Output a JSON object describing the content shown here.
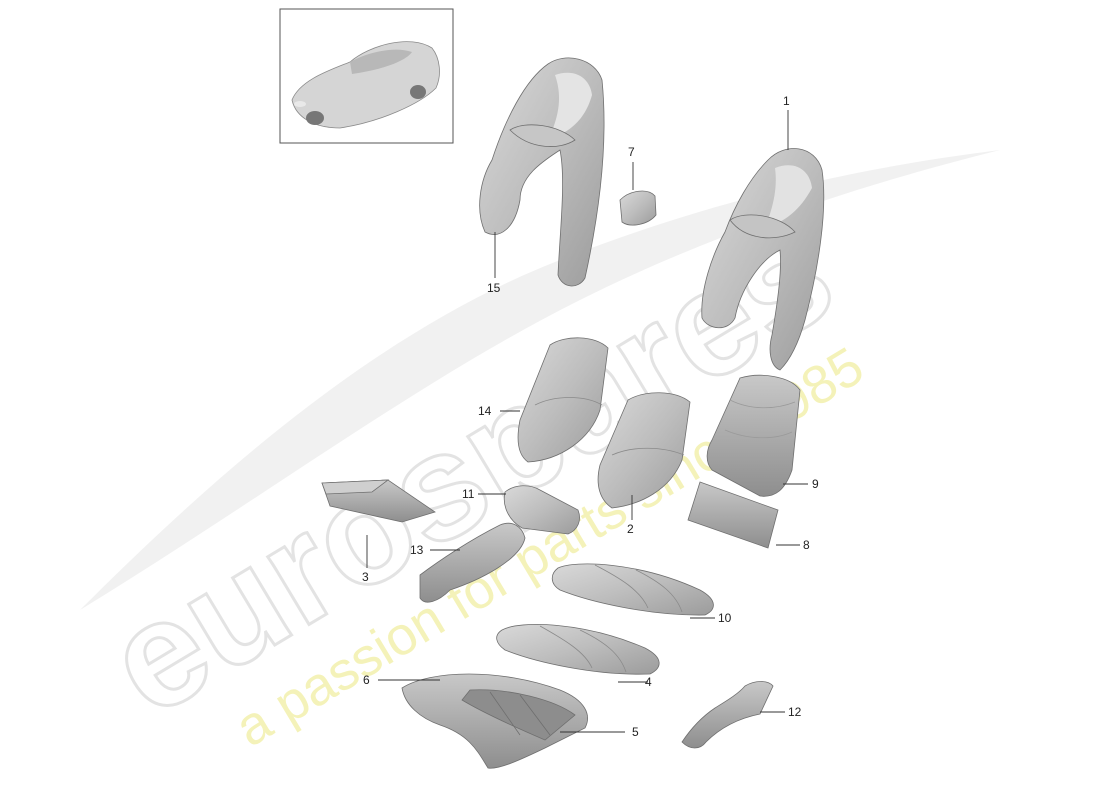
{
  "watermark": {
    "brand": "eurospares",
    "tagline": "a passion for parts since 1985",
    "brand_color": "#e6e6e6",
    "tagline_color": "#f0ee9e"
  },
  "thumbnail": {
    "icon": "car-icon"
  },
  "callouts": [
    {
      "id": "1",
      "label": "1"
    },
    {
      "id": "2",
      "label": "2"
    },
    {
      "id": "3",
      "label": "3"
    },
    {
      "id": "4",
      "label": "4"
    },
    {
      "id": "5",
      "label": "5"
    },
    {
      "id": "6",
      "label": "6"
    },
    {
      "id": "7",
      "label": "7"
    },
    {
      "id": "8",
      "label": "8"
    },
    {
      "id": "9",
      "label": "9"
    },
    {
      "id": "10",
      "label": "10"
    },
    {
      "id": "11",
      "label": "11"
    },
    {
      "id": "12",
      "label": "12"
    },
    {
      "id": "13",
      "label": "13"
    },
    {
      "id": "14",
      "label": "14"
    },
    {
      "id": "15",
      "label": "15"
    }
  ]
}
